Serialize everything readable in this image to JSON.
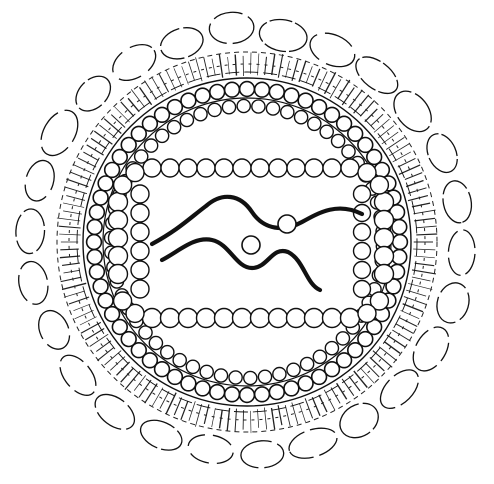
{
  "figure": {
    "caption": "",
    "style": "black ink line drawing on white",
    "colors": {
      "background": "#ffffff",
      "ink": "#111111",
      "spike_ink": "#222222"
    },
    "layers_outer_to_inner": [
      {
        "name": "outer-envelope-glycoproteins",
        "shape": "ellipse-ring",
        "count": 26
      },
      {
        "name": "lipid-bilayer-spikes",
        "shape": "dashed-ring"
      },
      {
        "name": "membrane-line",
        "shape": "solid-ring"
      },
      {
        "name": "matrix-bead-ring",
        "shape": "bead-ring",
        "count": 64
      },
      {
        "name": "inner-bead-ring",
        "shape": "bead-ring",
        "count": 58
      },
      {
        "name": "core-capsid-beads",
        "shape": "rounded-rectangle-beads"
      },
      {
        "name": "nucleic-acid-strands",
        "shape": "wavy-strands",
        "count": 2
      }
    ]
  }
}
